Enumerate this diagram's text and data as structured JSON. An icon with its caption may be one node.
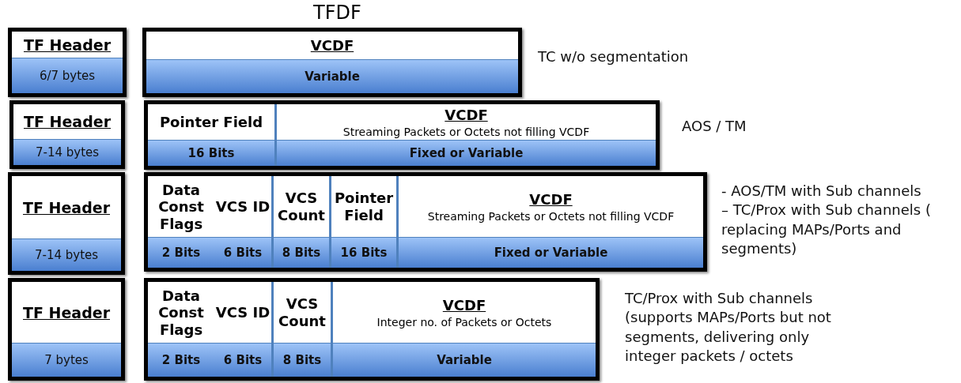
{
  "diagram": {
    "title": "TFDF",
    "nodes": [
      {
        "text": [
          "TF Header",
          "6/7 bytes"
        ]
      },
      {
        "text": [],
        "shape": "box",
        "beside": [
          "TC w/o segmentation"
        ]
      },
      {
        "text": [
          "VCDF",
          "Variable"
        ],
        "in": 1
      },
      {
        "text": [
          "TF Header",
          "7-14 bytes"
        ]
      },
      {
        "text": [],
        "shape": "box",
        "beside": [
          "AOS / TM"
        ]
      },
      {
        "text": [
          "Pointer Field",
          "16 Bits"
        ],
        "in": 4
      },
      {
        "text": [
          "VCDF",
          "Streaming Packets or Octets not filling VCDF",
          "Fixed or Variable"
        ],
        "in": 4
      },
      {
        "text": [
          "TF Header",
          "7-14 bytes"
        ]
      },
      {
        "text": [],
        "shape": "box",
        "beside": [
          "- AOS/TM with Sub channels",
          "– TC/Prox with Sub channels ( replacing MAPs/Ports and segments)"
        ]
      },
      {
        "text": [
          "Data Const Flags",
          "2 Bits"
        ],
        "in": 8
      },
      {
        "text": [
          "VCS ID",
          "6 Bits"
        ],
        "in": 8
      },
      {
        "text": [
          "VCS Count",
          "8 Bits"
        ],
        "in": 8
      },
      {
        "text": [
          "Pointer Field",
          "16 Bits"
        ],
        "in": 8
      },
      {
        "text": [
          "VCDF",
          "Streaming Packets or Octets not filling VCDF",
          "Fixed or Variable"
        ],
        "in": 8
      },
      {
        "text": [
          "TF Header",
          "7 bytes"
        ]
      },
      {
        "text": [],
        "shape": "box",
        "beside": [
          "TC/Prox with Sub channels (supports MAPs/Ports but not segments, delivering only integer packets / octets"
        ]
      },
      {
        "text": [
          "Data Const Flags",
          "2 Bits"
        ],
        "in": 15
      },
      {
        "text": [
          "VCS ID",
          "6 Bits"
        ],
        "in": 15
      },
      {
        "text": [
          "VCS Count",
          "8 Bits"
        ],
        "in": 15
      },
      {
        "text": [
          "VCDF",
          "Integer no. of Packets or Octets",
          "Variable"
        ],
        "in": 15
      }
    ]
  }
}
